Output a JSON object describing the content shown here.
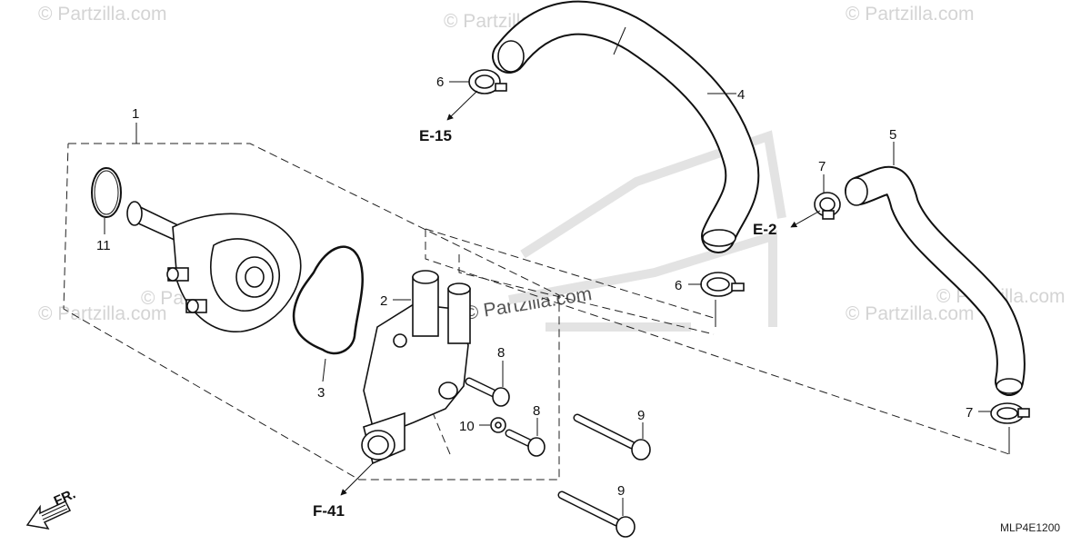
{
  "watermarks": [
    "© Partzilla.com",
    "© Partzilla.com",
    "© Partzilla.com",
    "© Partzilla.com",
    "© Partzilla.com",
    "© Partzilla.com",
    "© Partzilla.com"
  ],
  "center_watermark": "© Partzilla.com",
  "callouts": [
    "1",
    "2",
    "3",
    "4",
    "5",
    "6",
    "6",
    "7",
    "7",
    "8",
    "8",
    "9",
    "9",
    "10",
    "11"
  ],
  "references": [
    "E-15",
    "E-2",
    "F-41"
  ],
  "front_label": "FR.",
  "diagram_code": "MLP4E1200",
  "colors": {
    "line": "#111111",
    "watermark": "#d4d4d4",
    "background": "#ffffff"
  }
}
